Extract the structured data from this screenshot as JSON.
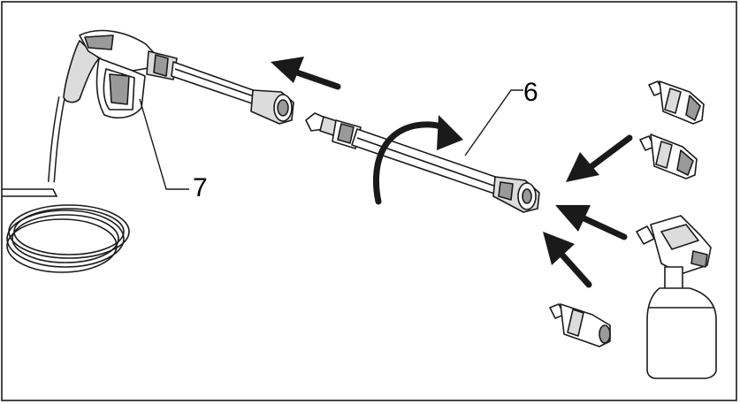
{
  "diagram": {
    "callouts": [
      {
        "id": "6",
        "text": "6"
      },
      {
        "id": "7",
        "text": "7"
      }
    ],
    "colors": {
      "line": "#1a1a1a",
      "fill_light": "#ffffff",
      "fill_grey": "#dcdcdc",
      "fill_dark": "#9a9a9a",
      "arrow": "#1a1a1a"
    }
  }
}
